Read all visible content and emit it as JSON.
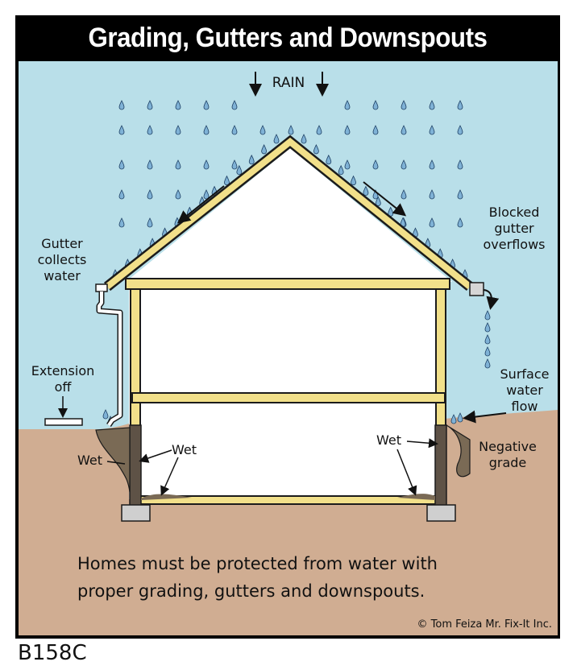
{
  "title": "Grading, Gutters and Downspouts",
  "labels": {
    "rain": "RAIN",
    "gutter": [
      "Gutter",
      "collects",
      "water"
    ],
    "blocked": [
      "Blocked",
      "gutter",
      "overflows"
    ],
    "extension": [
      "Extension",
      "off"
    ],
    "surface": [
      "Surface",
      "water",
      "flow"
    ],
    "negative": [
      "Negative",
      "grade"
    ],
    "wet_left_outer": "Wet",
    "wet_left_inner": "Wet",
    "wet_right_inner": "Wet"
  },
  "caption": [
    "Homes must be protected from water with",
    "proper grading, gutters and downspouts."
  ],
  "copyright": "© Tom Feiza Mr. Fix-It Inc.",
  "figure_code": "B158C",
  "colors": {
    "sky": "#b9dfe9",
    "ground": "#d0ad92",
    "frame": "#f2e08a",
    "roof_edge": "#e8c84f",
    "foundation": "#5e5246",
    "footing": "#cfcfcf",
    "wet": "#7a6a55"
  }
}
